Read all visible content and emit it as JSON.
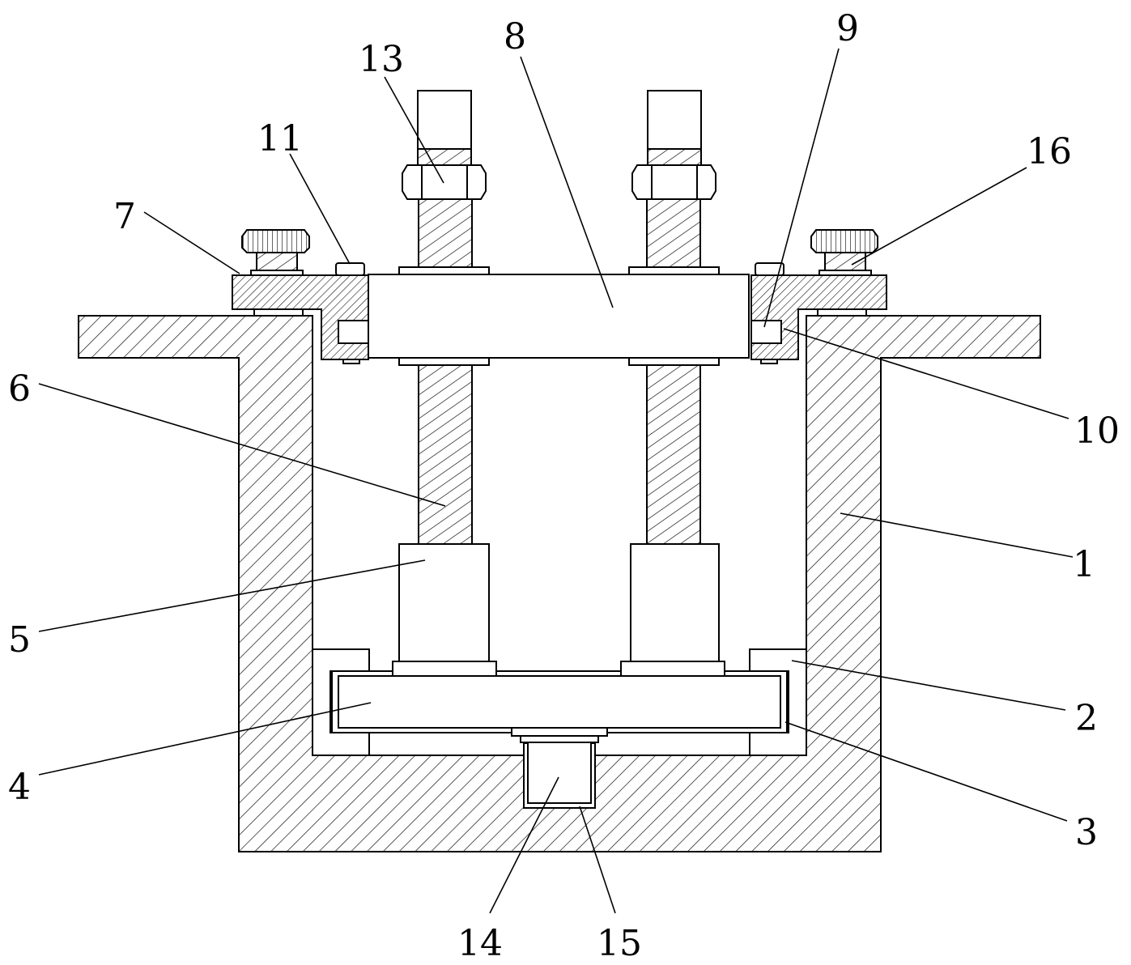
{
  "labels": [
    {
      "id": "1",
      "text": "1"
    },
    {
      "id": "2",
      "text": "2"
    },
    {
      "id": "3",
      "text": "3"
    },
    {
      "id": "4",
      "text": "4"
    },
    {
      "id": "5",
      "text": "5"
    },
    {
      "id": "6",
      "text": "6"
    },
    {
      "id": "7",
      "text": "7"
    },
    {
      "id": "8",
      "text": "8"
    },
    {
      "id": "9",
      "text": "9"
    },
    {
      "id": "10",
      "text": "10"
    },
    {
      "id": "11",
      "text": "11"
    },
    {
      "id": "13",
      "text": "13"
    },
    {
      "id": "14",
      "text": "14"
    },
    {
      "id": "15",
      "text": "15"
    },
    {
      "id": "16",
      "text": "16"
    }
  ]
}
